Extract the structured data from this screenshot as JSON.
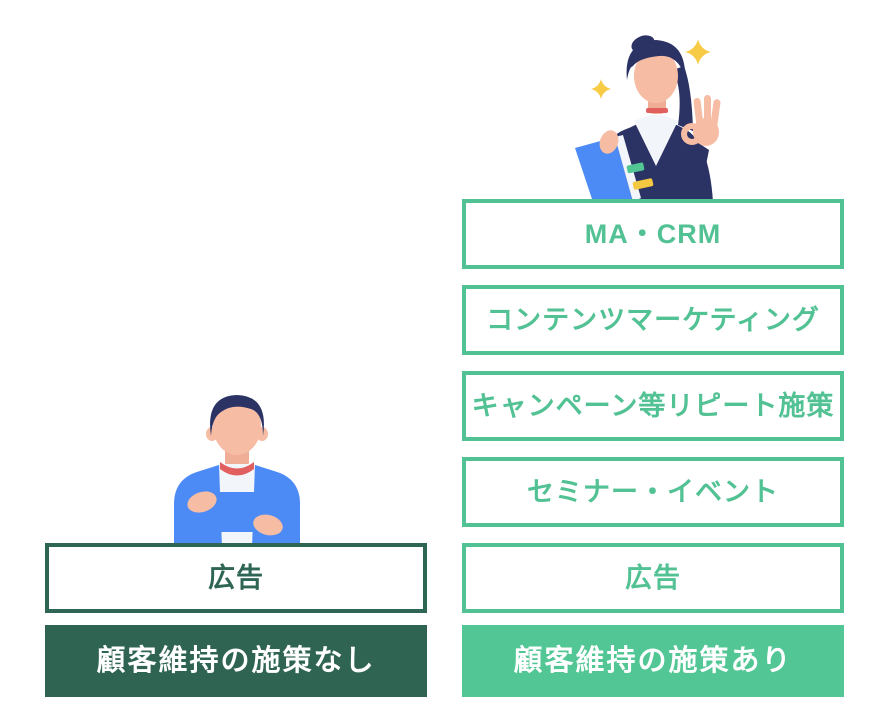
{
  "diagram_title": "customer-retention-measures-comparison",
  "colors": {
    "accent_green": "#52C193",
    "accent_green_fill": "#52C795",
    "dark_green": "#2E6554",
    "dark_green_fill": "#2F6453"
  },
  "left_column": {
    "person": "man-arms-crossed",
    "stack": [
      {
        "label": "広告"
      }
    ],
    "base_label": "顧客維持の施策なし"
  },
  "right_column": {
    "person": "woman-ok-sign",
    "stack": [
      {
        "label": "MA・CRM"
      },
      {
        "label": "コンテンツマーケティング"
      },
      {
        "label": "キャンペーン等リピート施策"
      },
      {
        "label": "セミナー・イベント"
      },
      {
        "label": "広告"
      }
    ],
    "base_label": "顧客維持の施策あり"
  }
}
